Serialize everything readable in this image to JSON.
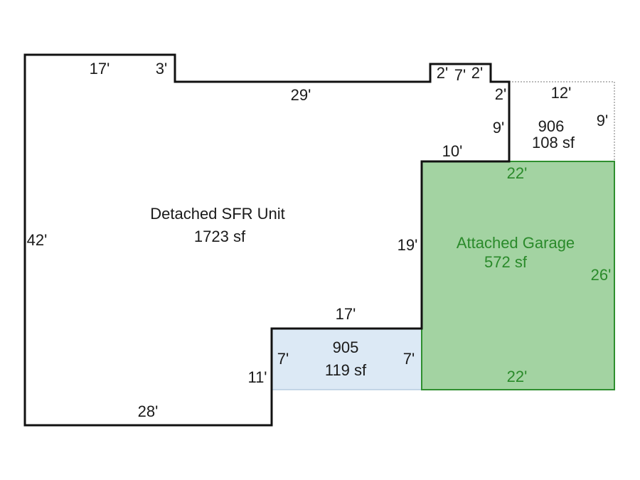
{
  "colors": {
    "outline": "#111111",
    "garage_fill": "#a3d3a2",
    "garage_stroke": "#2f8f2f",
    "garage_text": "#2a8a2a",
    "room905_fill": "#dce9f5",
    "room905_stroke": "#9bb8d4",
    "room906_stroke": "#777777"
  },
  "main_unit": {
    "name": "Detached SFR Unit",
    "area": "1723 sf"
  },
  "garage": {
    "name": "Attached Garage",
    "area": "572 sf"
  },
  "room_905": {
    "id": "905",
    "area": "119 sf"
  },
  "room_906": {
    "id": "906",
    "area": "108 sf"
  },
  "dimensions": {
    "top_left_17": "17'",
    "top_3": "3'",
    "top_29": "29'",
    "bump_2a": "2'",
    "bump_7": "7'",
    "bump_2b": "2'",
    "step_2": "2'",
    "side_9": "9'",
    "ledge_10": "10'",
    "room906_top_12": "12'",
    "room906_right_9": "9'",
    "left_42": "42'",
    "inner_19": "19'",
    "garage_top_22": "22'",
    "garage_right_26": "26'",
    "garage_bottom_22": "22'",
    "notch_top_17": "17'",
    "room905_left_7": "7'",
    "room905_right_7": "7'",
    "notch_11": "11'",
    "bottom_28": "28'"
  }
}
